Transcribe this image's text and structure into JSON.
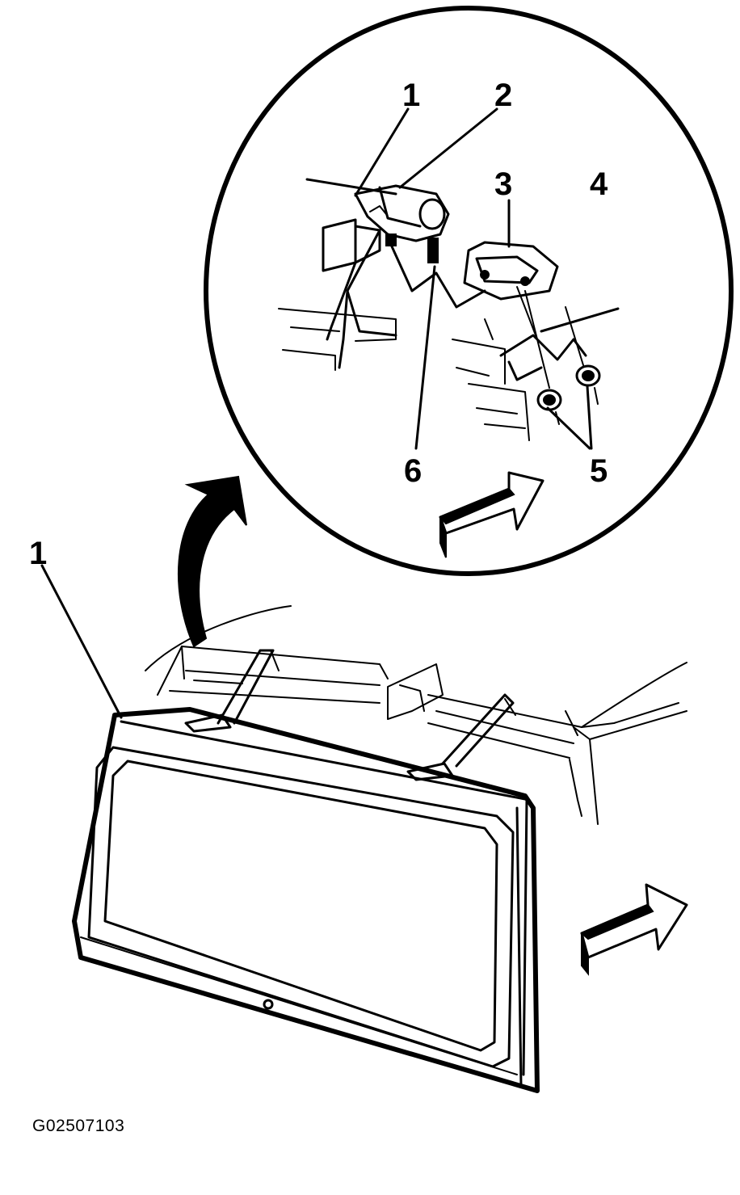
{
  "callouts": {
    "c1_detail": "1",
    "c2": "2",
    "c3": "3",
    "c4": "4",
    "c5": "5",
    "c6": "6",
    "c1_main": "1"
  },
  "figure_id": "G02507103"
}
